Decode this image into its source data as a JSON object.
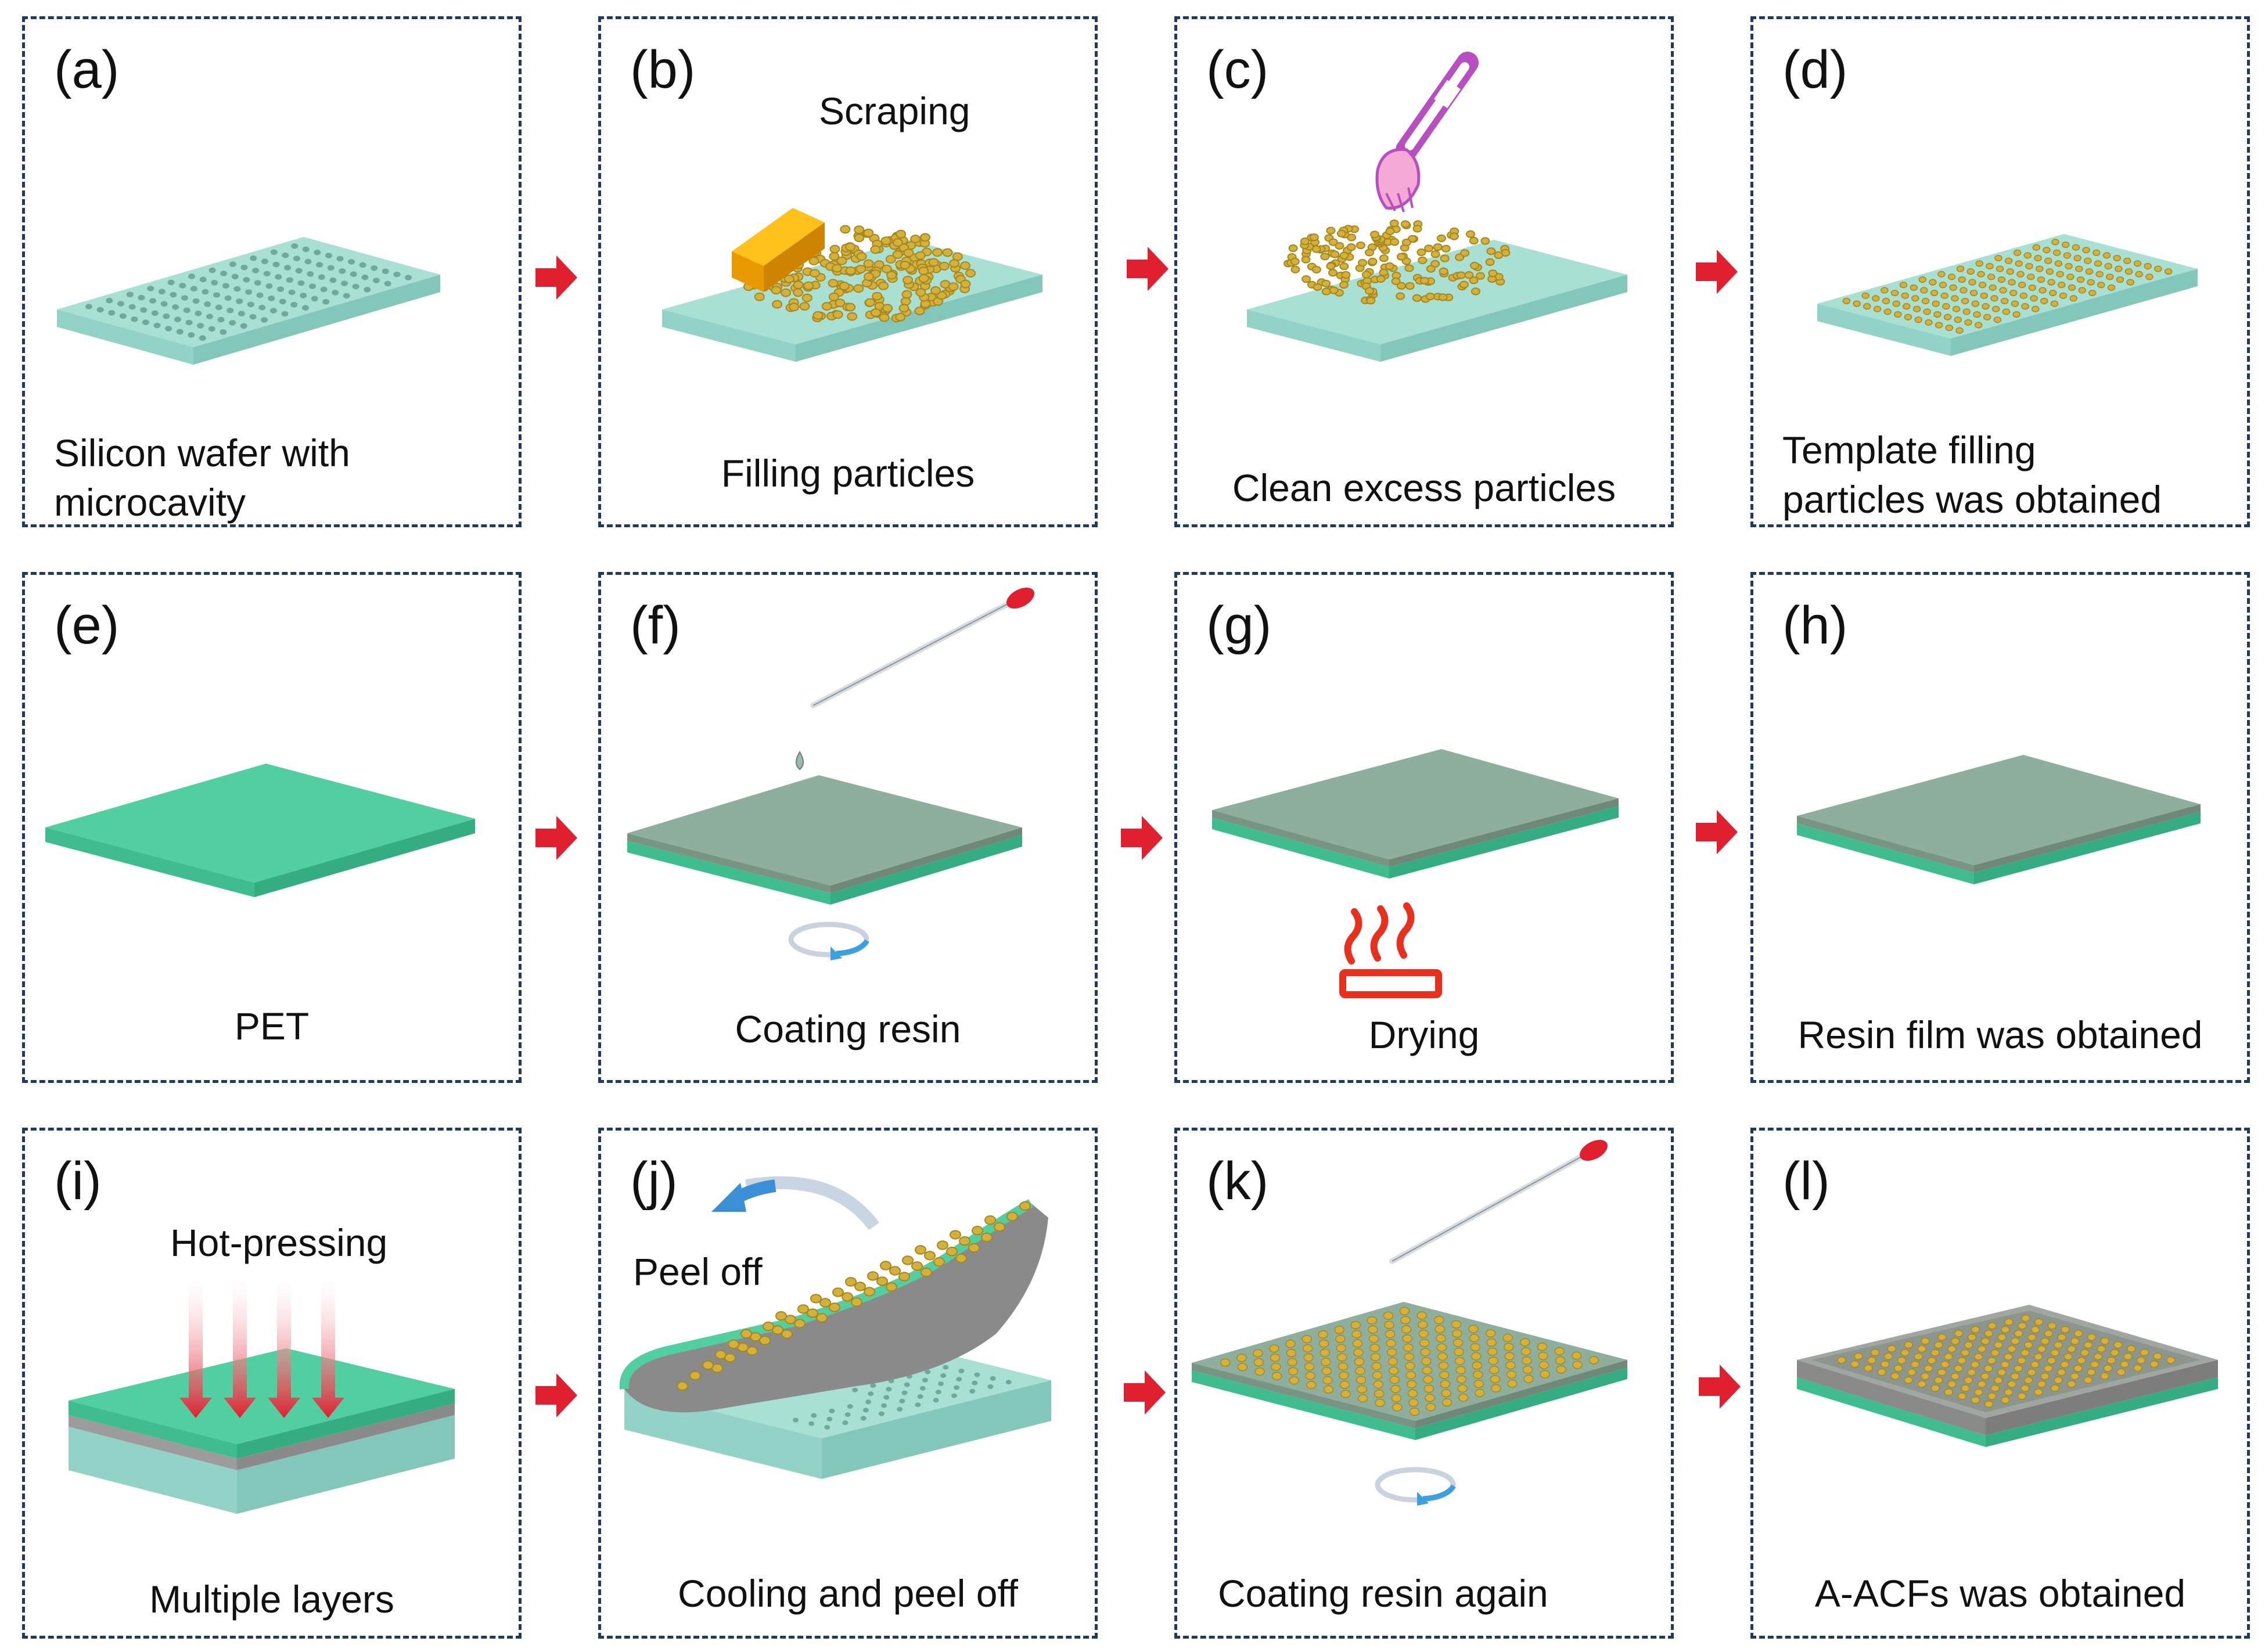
{
  "panels": [
    {
      "label": "(a)",
      "caption_lines": [
        "Silicon wafer with",
        "microcavity"
      ],
      "top_caption": ""
    },
    {
      "label": "(b)",
      "caption_lines": [
        "Filling particles"
      ],
      "top_caption": "Scraping"
    },
    {
      "label": "(c)",
      "caption_lines": [
        "Clean excess particles"
      ],
      "top_caption": ""
    },
    {
      "label": "(d)",
      "caption_lines": [
        "Template filling",
        "particles was obtained"
      ],
      "top_caption": ""
    },
    {
      "label": "(e)",
      "caption_lines": [
        "PET"
      ],
      "top_caption": ""
    },
    {
      "label": "(f)",
      "caption_lines": [
        "Coating resin"
      ],
      "top_caption": ""
    },
    {
      "label": "(g)",
      "caption_lines": [
        "Drying"
      ],
      "top_caption": ""
    },
    {
      "label": "(h)",
      "caption_lines": [
        "Resin film was obtained"
      ],
      "top_caption": ""
    },
    {
      "label": "(i)",
      "caption_lines": [
        "Multiple layers"
      ],
      "top_caption": "Hot-pressing"
    },
    {
      "label": "(j)",
      "caption_lines": [
        "Cooling and peel off"
      ],
      "top_caption": "Peel off"
    },
    {
      "label": "(k)",
      "caption_lines": [
        "Coating resin again"
      ],
      "top_caption": ""
    },
    {
      "label": "(l)",
      "caption_lines": [
        "A-ACFs was obtained"
      ],
      "top_caption": ""
    }
  ],
  "colors": {
    "frame_border": "#1f3a5f",
    "wafer_top": "#a8e0d4",
    "wafer_side": "#82c7b9",
    "pet_top": "#52cfa0",
    "pet_side": "#35ad83",
    "resin_top": "#8faf9e",
    "resin_side": "#7a9484",
    "particle": "#d4b13a",
    "arrow": "#e0202e",
    "block": "#f0a800",
    "brush": "#b84fc0",
    "brush_bristles": "#f5a9d6",
    "heater": "#e8301c",
    "rotation": "#3aa0e0"
  },
  "icons": [
    "scraper-block-icon",
    "brush-icon",
    "dropper-icon",
    "heater-icon",
    "rotation-arrow-icon",
    "press-arrows-icon",
    "peel-arrow-icon",
    "process-arrow-icon"
  ]
}
